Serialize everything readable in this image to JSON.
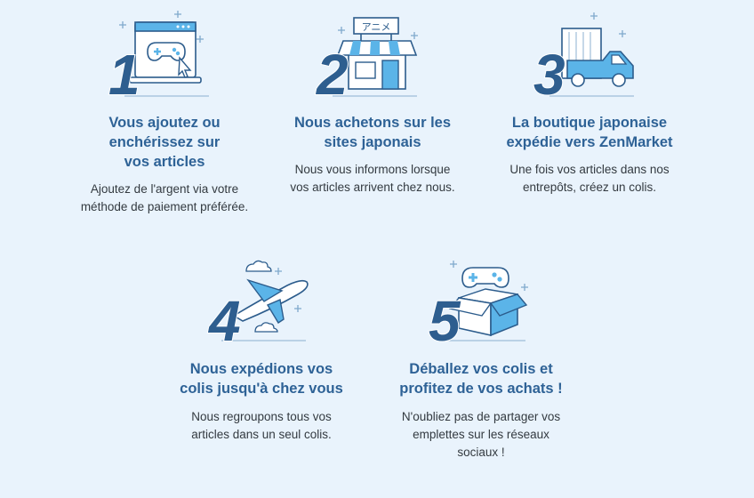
{
  "steps": [
    {
      "number": "1",
      "icon": "laptop-gamepad-icon",
      "title": "Vous ajoutez ou\nenchérissez sur\nvos articles",
      "description": "Ajoutez de l'argent via votre\nméthode de paiement préférée."
    },
    {
      "number": "2",
      "icon": "shop-icon",
      "sign_text": "アニメ",
      "title": "Nous achetons sur les\nsites japonais",
      "description": "Nous vous informons lorsque\nvos articles arrivent chez nous."
    },
    {
      "number": "3",
      "icon": "delivery-truck-icon",
      "title": "La boutique japonaise\nexpédie vers ZenMarket",
      "description": "Une fois vos articles dans nos\nentrepôts, créez un colis."
    },
    {
      "number": "4",
      "icon": "airplane-icon",
      "title": "Nous expédions vos\ncolis jusqu'à chez vous",
      "description": "Nous regroupons tous vos\narticles dans un seul colis."
    },
    {
      "number": "5",
      "icon": "open-box-gamepad-icon",
      "title": "Déballez vos colis et\nprofitez de vos achats !",
      "description": "N'oubliez pas de partager vos\nemplettes sur les réseaux\nsociaux !"
    }
  ],
  "colors": {
    "background": "#e9f3fc",
    "title": "#2e6296",
    "number": "#2e5e8f",
    "icon_fill": "#5bb4e8",
    "icon_dark": "#2c5c8c",
    "description": "#333a40"
  }
}
